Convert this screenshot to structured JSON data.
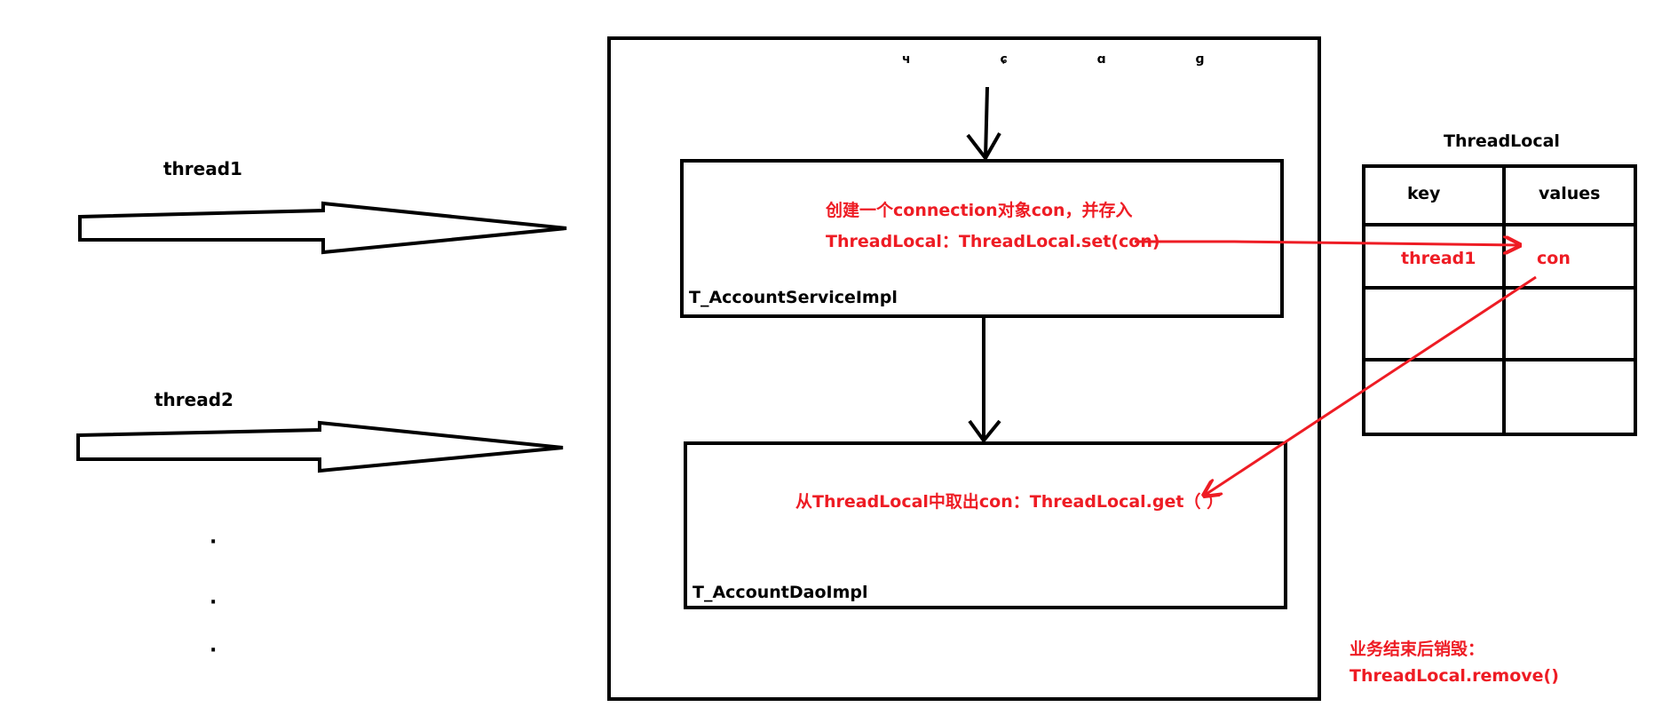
{
  "colors": {
    "ink": "#000000",
    "accent": "#ee1c24"
  },
  "threads": {
    "thread1": "thread1",
    "thread2": "thread2",
    "ellipsis": [
      "·",
      "·",
      "·"
    ]
  },
  "container": {
    "top_marks": "ч ɕ ɑ ɡ"
  },
  "service_box": {
    "name": "T_AccountServiceImpl",
    "line1": "创建一个connection对象con，并存入",
    "line2": "ThreadLocal：ThreadLocal.set(con)"
  },
  "dao_box": {
    "name": "T_AccountDaoImpl",
    "line1": "从ThreadLocal中取出con：ThreadLocal.get（ ）"
  },
  "threadlocal_table": {
    "title": "ThreadLocal",
    "headers": [
      "key",
      "values"
    ],
    "rows": [
      [
        "thread1",
        "con"
      ],
      [
        "",
        ""
      ],
      [
        "",
        ""
      ]
    ]
  },
  "footer_note": {
    "line1": "业务结束后销毁：",
    "line2": "ThreadLocal.remove()"
  }
}
